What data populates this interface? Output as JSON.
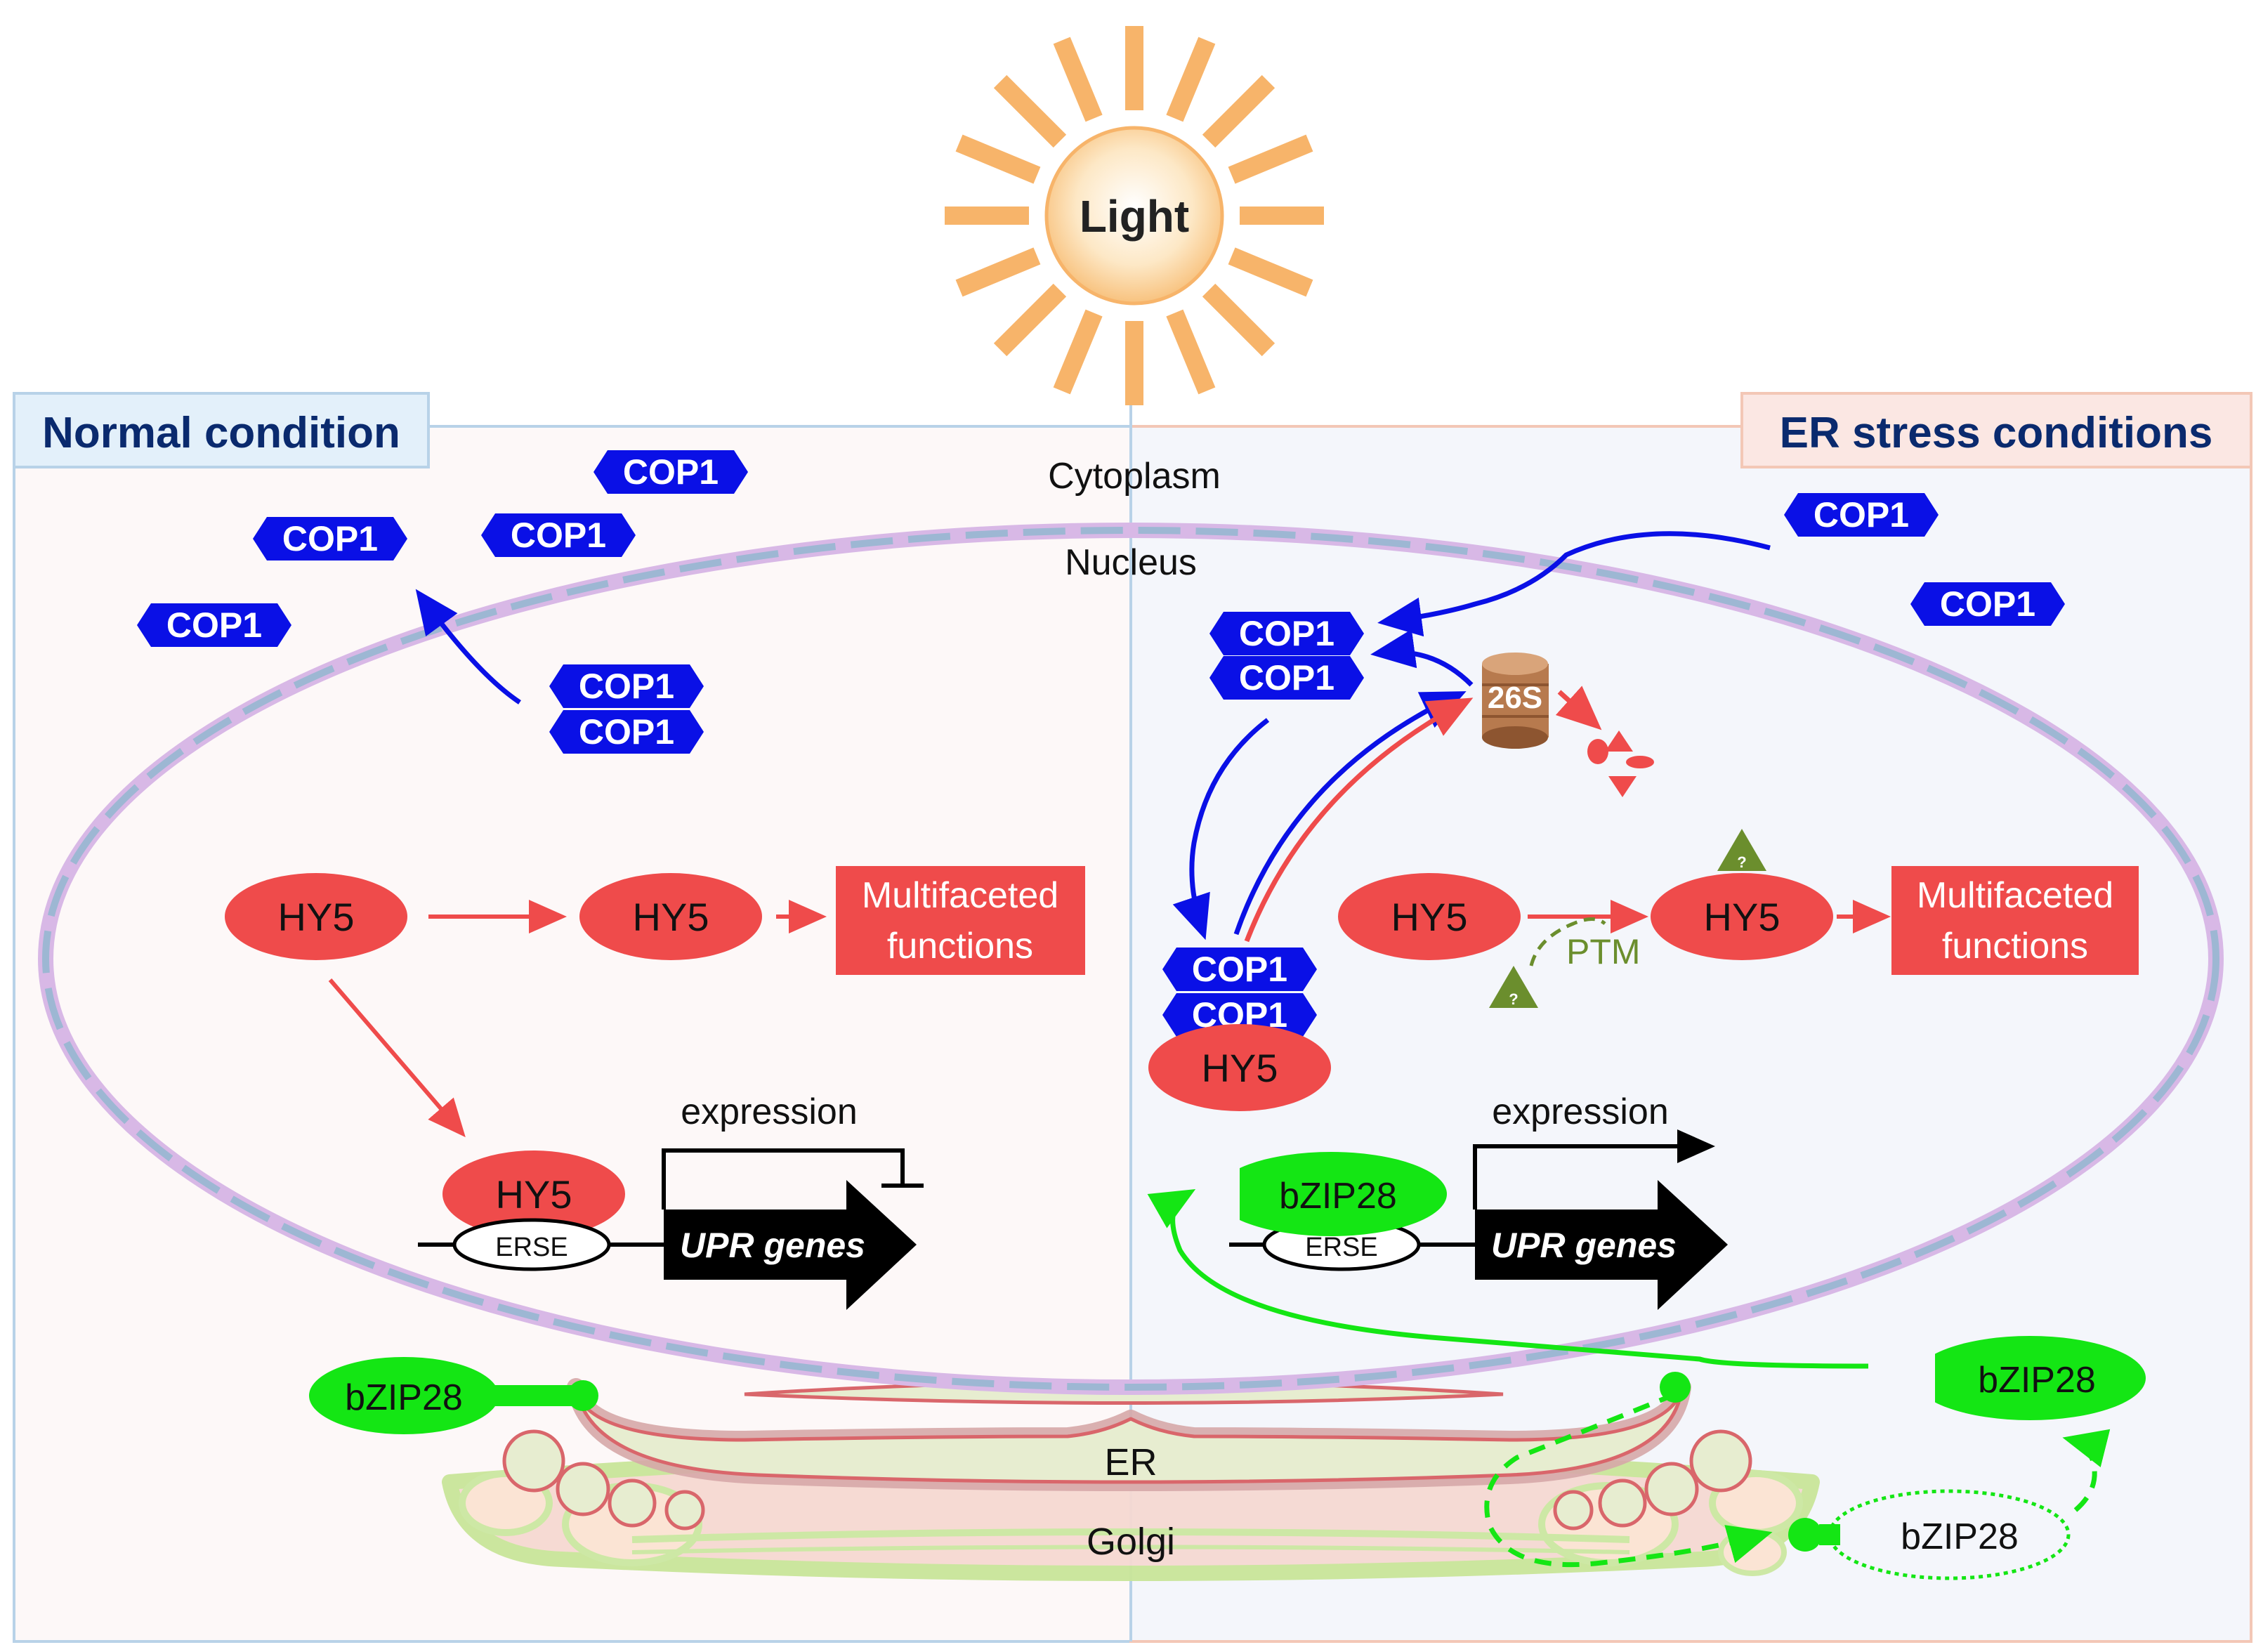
{
  "sun": {
    "label": "Light"
  },
  "panels": {
    "left_title": "Normal condition",
    "right_title": "ER stress conditions"
  },
  "compartments": {
    "cytoplasm": "Cytoplasm",
    "nucleus": "Nucleus",
    "er": "ER",
    "golgi": "Golgi"
  },
  "proteins": {
    "cop1": "COP1",
    "hy5": "HY5",
    "bzip28": "bZIP28",
    "proteasome": "26S",
    "unknown": "?"
  },
  "dna": {
    "erse": "ERSE",
    "genes": "UPR genes",
    "expression": "expression"
  },
  "functions": {
    "line1": "Multifaceted",
    "line2": "functions"
  },
  "ptm": "PTM",
  "colors": {
    "cop1": "#0a10e6",
    "hy5": "#ef4b4b",
    "bzip28": "#14e614",
    "functions_box": "#ef4b4b",
    "sun_ray": "#f7b46a",
    "ptm": "#6b8e2d",
    "title_text": "#0a2a6e"
  }
}
